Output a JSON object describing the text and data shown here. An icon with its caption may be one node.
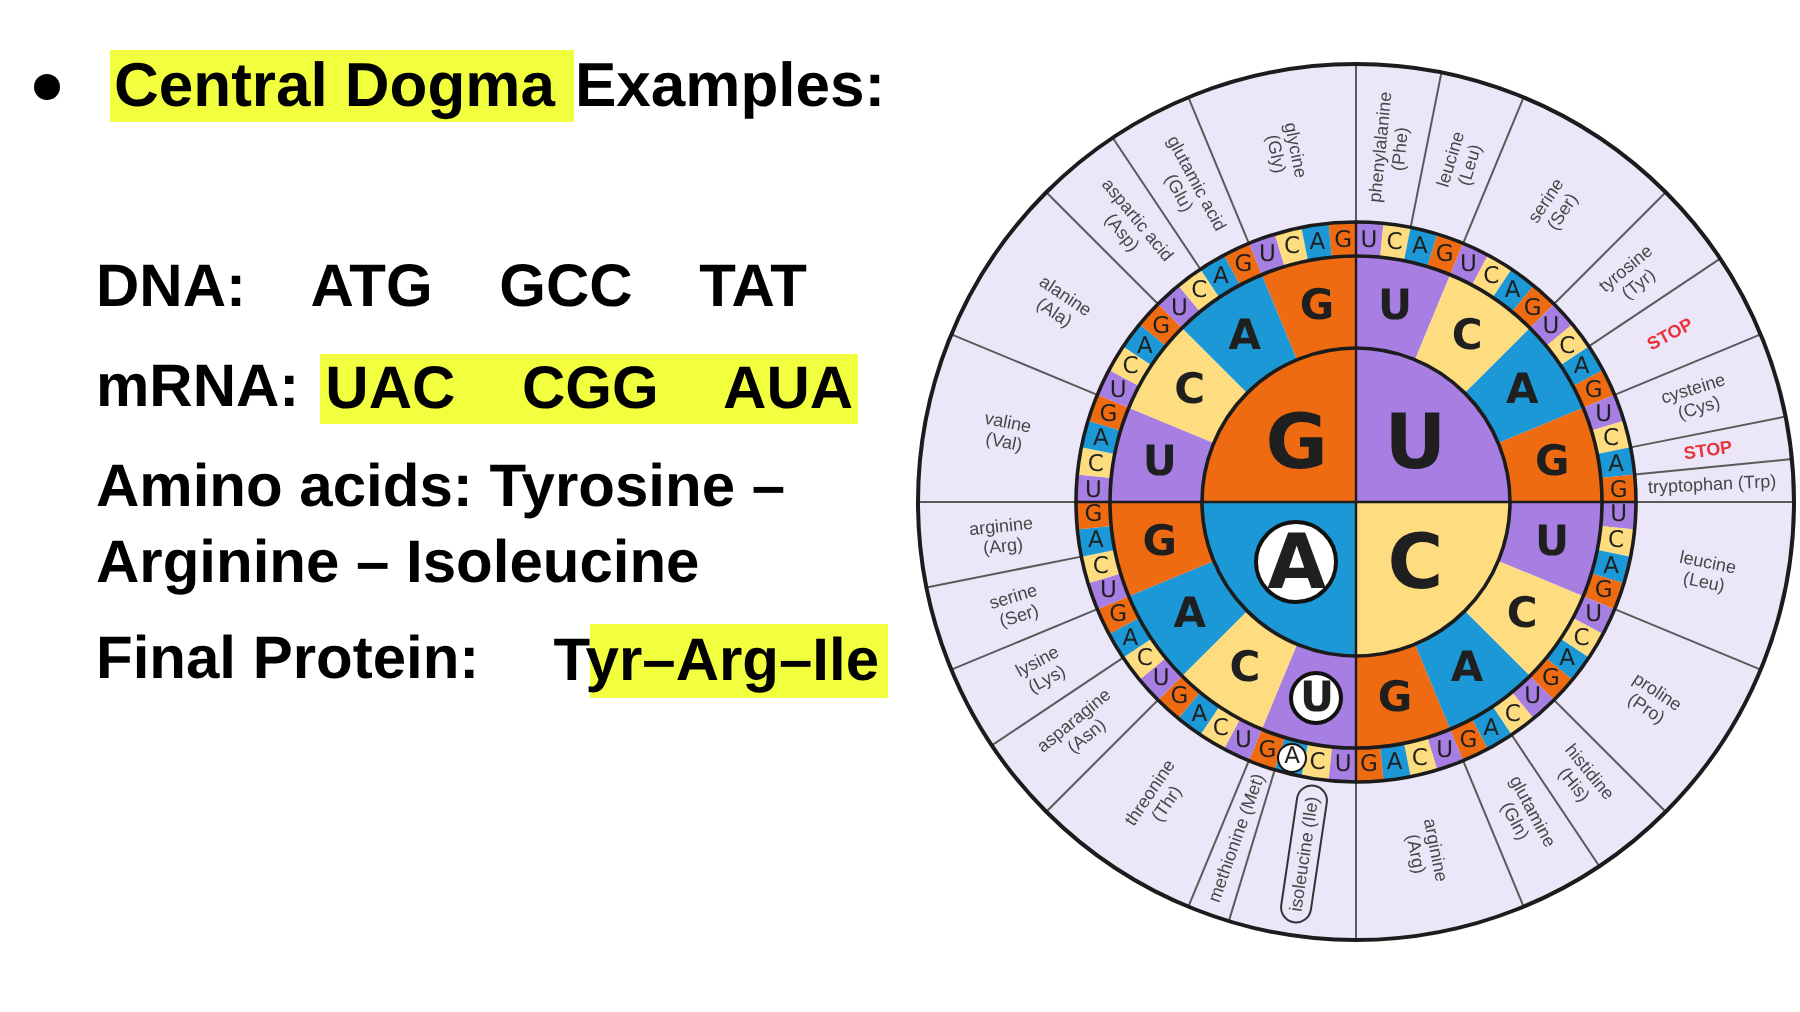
{
  "diagram": {
    "labels": [
      "Central Dogma",
      "Examples:",
      "DNA: ATG GCC TAT",
      "mRNA:",
      "UAC CGG AUA",
      "Amino acids: Tyrosine – Arginine – Isoleucine",
      "Final Protein:",
      "Tyr–Arg–Ile",
      "U",
      "C",
      "A",
      "G",
      "U",
      "C",
      "A",
      "G",
      "U",
      "C",
      "A",
      "G",
      "U",
      "C",
      "A",
      "G",
      "U",
      "C",
      "A",
      "G",
      "U",
      "C",
      "A",
      "G",
      "U",
      "C",
      "A",
      "G",
      "U",
      "C",
      "A",
      "G",
      "U",
      "C",
      "A",
      "G",
      "U",
      "C",
      "A",
      "G",
      "U",
      "C",
      "A",
      "G",
      "U",
      "C",
      "A",
      "G",
      "U",
      "C",
      "A",
      "G",
      "U",
      "C",
      "A",
      "G",
      "U",
      "C",
      "A",
      "G",
      "U",
      "C",
      "A",
      "G",
      "U",
      "C",
      "A",
      "G",
      "U",
      "C",
      "A",
      "G",
      "U",
      "C",
      "A",
      "G",
      "U",
      "C",
      "A",
      "G",
      "U",
      "C",
      "A",
      "G",
      "phenylalanine (Phe)",
      "leucine (Leu)",
      "serine (Ser)",
      "tyrosine (Tyr)",
      "STOP",
      "cysteine (Cys)",
      "STOP",
      "tryptophan (Trp)",
      "leucine (Leu)",
      "proline (Pro)",
      "histidine (His)",
      "glutamine (Gln)",
      "arginine (Arg)",
      "isoleucine (Ile)",
      "methionine (Met)",
      "threonine (Thr)",
      "asparagine (Asn)",
      "lysine (Lys)",
      "serine (Ser)",
      "arginine (Arg)",
      "valine (Val)",
      "alanine (Ala)",
      "aspartic acid (Asp)",
      "glutamic acid (Glu)",
      "glycine (Gly)"
    ]
  }
}
